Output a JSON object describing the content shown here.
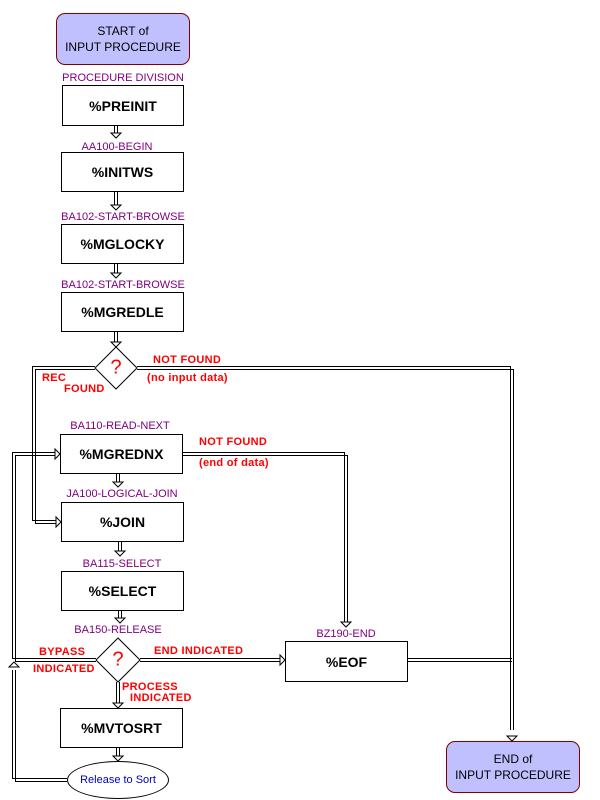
{
  "diagram": {
    "title": "Input Procedure Flow",
    "start": {
      "line1": "START of",
      "line2": "INPUT PROCEDURE"
    },
    "end": {
      "line1": "END of",
      "line2": "INPUT PROCEDURE"
    },
    "colors": {
      "terminal_fill": "#c0c0ff",
      "terminal_border": "#800000",
      "paragraph_label": "#800080",
      "condition_label": "#ff0000",
      "oval_text": "#0000c0",
      "line": "#000000"
    },
    "steps": [
      {
        "id": "preinit",
        "paragraph": "PROCEDURE DIVISION",
        "macro": "%PREINIT"
      },
      {
        "id": "initws",
        "paragraph": "AA100-BEGIN",
        "macro": "%INITWS"
      },
      {
        "id": "mglocky",
        "paragraph": "BA102-START-BROWSE",
        "macro": "%MGLOCKY"
      },
      {
        "id": "mgredle",
        "paragraph": "BA102-START-BROWSE",
        "macro": "%MGREDLE"
      },
      {
        "id": "mgrednx",
        "paragraph": "BA110-READ-NEXT",
        "macro": "%MGREDNX"
      },
      {
        "id": "join",
        "paragraph": "JA100-LOGICAL-JOIN",
        "macro": "%JOIN"
      },
      {
        "id": "select",
        "paragraph": "BA115-SELECT",
        "macro": "%SELECT"
      },
      {
        "id": "mvtosrt",
        "paragraph": "",
        "macro": "%MVTOSRT"
      },
      {
        "id": "eof",
        "paragraph": "BZ190-END",
        "macro": "%EOF"
      }
    ],
    "decisions": [
      {
        "id": "read-decision",
        "symbol": "?",
        "paragraph": "",
        "labels": {
          "not_found": "NOT FOUND",
          "not_found_note": "(no input data)",
          "rec": "REC",
          "found": "FOUND"
        }
      },
      {
        "id": "release-decision",
        "symbol": "?",
        "paragraph": "BA150-RELEASE",
        "labels": {
          "bypass": "BYPASS",
          "bypass_indicated": "INDICATED",
          "end_indicated": "END INDICATED",
          "process": "PROCESS",
          "process_indicated": "INDICATED"
        }
      }
    ],
    "read_next_labels": {
      "not_found": "NOT FOUND",
      "note": "(end of data)"
    },
    "release_oval": "Release to Sort"
  }
}
